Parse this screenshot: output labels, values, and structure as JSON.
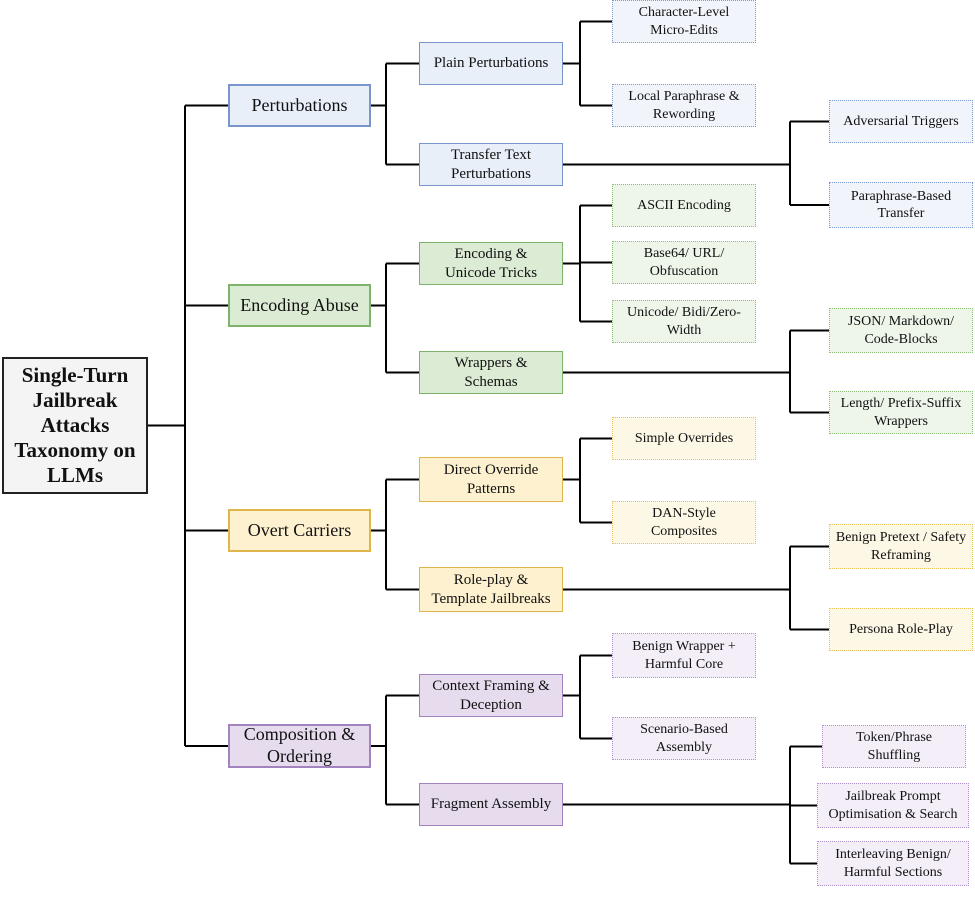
{
  "root": {
    "label": "Single-Turn\nJailbreak\nAttacks\nTaxonomy on\nLLMs"
  },
  "branches": [
    {
      "label": "Perturbations",
      "color": "blue",
      "children": [
        {
          "label": "Plain Perturbations",
          "children": [
            "Character-Level\nMicro-Edits",
            "Local Paraphrase &\nRewording"
          ]
        },
        {
          "label": "Transfer Text\nPerturbations",
          "children": [
            "Adversarial Triggers",
            "Paraphrase-Based\nTransfer"
          ]
        }
      ]
    },
    {
      "label": "Encoding Abuse",
      "color": "green",
      "children": [
        {
          "label": "Encoding &\nUnicode Tricks",
          "children": [
            "ASCII Encoding",
            "Base64/ URL/\nObfuscation",
            "Unicode/ Bidi/Zero-\nWidth"
          ]
        },
        {
          "label": "Wrappers &\nSchemas",
          "children": [
            "JSON/ Markdown/\nCode-Blocks",
            "Length/ Prefix-Suffix\nWrappers"
          ]
        }
      ]
    },
    {
      "label": "Overt Carriers",
      "color": "yellow",
      "children": [
        {
          "label": "Direct Override\nPatterns",
          "children": [
            "Simple Overrides",
            "DAN-Style\nComposites"
          ]
        },
        {
          "label": "Role-play &\nTemplate Jailbreaks",
          "children": [
            "Benign Pretext / Safety\nReframing",
            "Persona  Role-Play"
          ]
        }
      ]
    },
    {
      "label": "Composition &\nOrdering",
      "color": "purple",
      "children": [
        {
          "label": "Context Framing &\nDeception",
          "children": [
            "Benign Wrapper +\nHarmful Core",
            "Scenario-Based\nAssembly"
          ]
        },
        {
          "label": "Fragment Assembly",
          "children": [
            "Token/Phrase\nShuffling",
            "Jailbreak Prompt\nOptimisation & Search",
            "Interleaving Benign/\nHarmful Sections"
          ]
        }
      ]
    }
  ]
}
